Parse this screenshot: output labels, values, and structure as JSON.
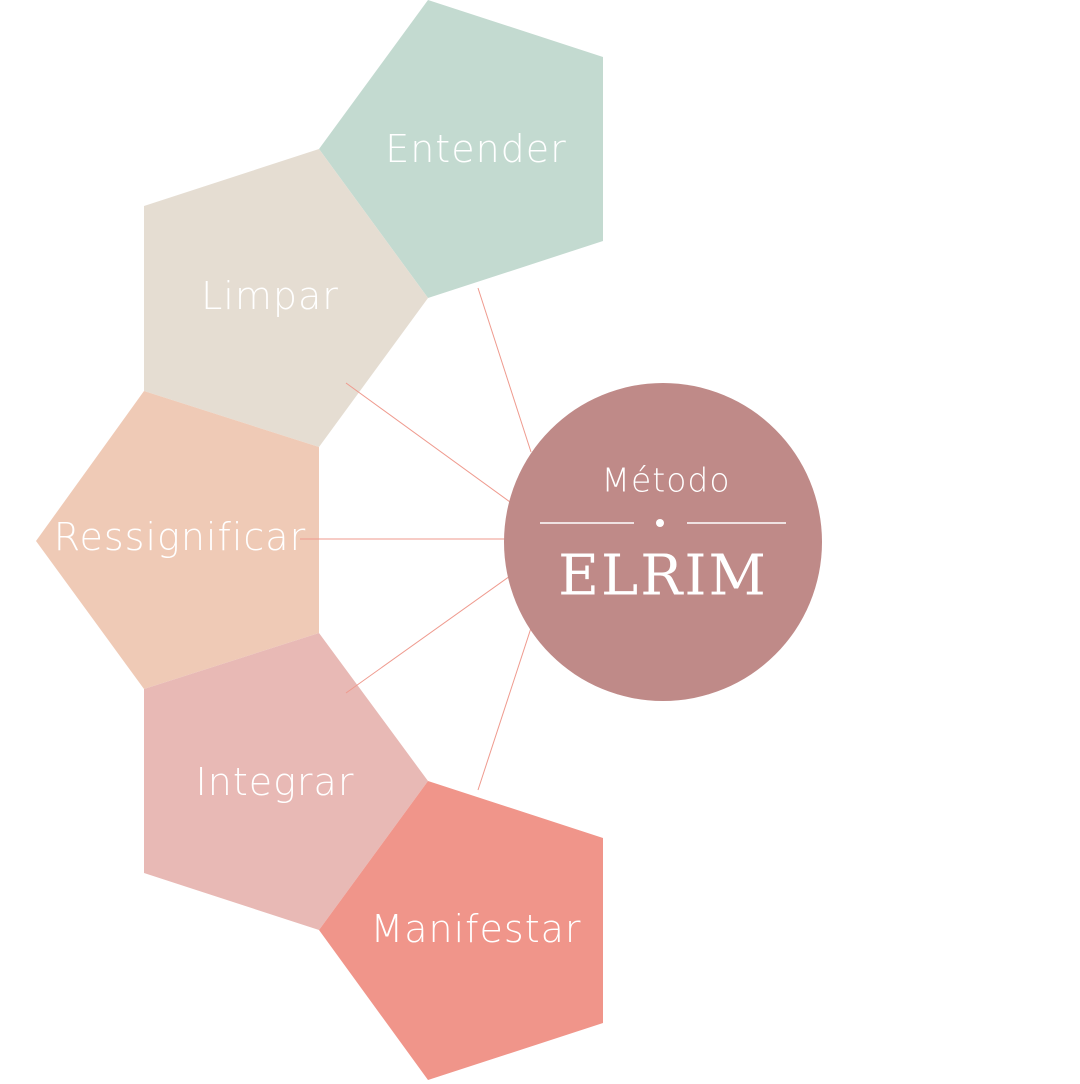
{
  "diagram": {
    "center": {
      "title": "Método",
      "brand": "ELRIM",
      "color": "#bf8a88"
    },
    "steps": [
      {
        "label": "Entender",
        "color": "#c3dad0"
      },
      {
        "label": "Limpar",
        "color": "#e5ddd2"
      },
      {
        "label": "Ressignificar",
        "color": "#efcab6"
      },
      {
        "label": "Integrar",
        "color": "#e8b9b5"
      },
      {
        "label": "Manifestar",
        "color": "#f0958a"
      }
    ],
    "connector_color": "#ef9a8e"
  }
}
